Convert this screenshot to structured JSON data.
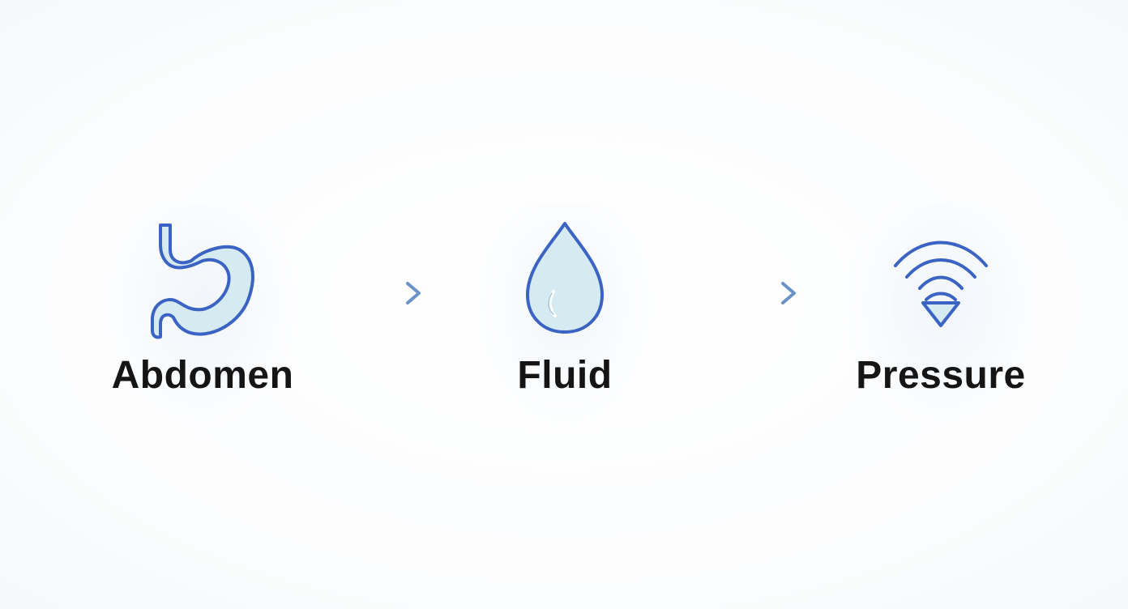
{
  "diagram": {
    "nodes": [
      {
        "id": "abdomen",
        "label": "Abdomen",
        "icon": "stomach-icon"
      },
      {
        "id": "fluid",
        "label": "Fluid",
        "icon": "water-drop-icon"
      },
      {
        "id": "pressure",
        "label": "Pressure",
        "icon": "pressure-waves-icon"
      }
    ],
    "edges": [
      {
        "from": "abdomen",
        "to": "fluid"
      },
      {
        "from": "fluid",
        "to": "pressure"
      }
    ]
  },
  "colors": {
    "icon_stroke": "#3a63c4",
    "icon_fill": "#d6eaf2",
    "arrow": "#6a93c8",
    "label": "#151515"
  }
}
